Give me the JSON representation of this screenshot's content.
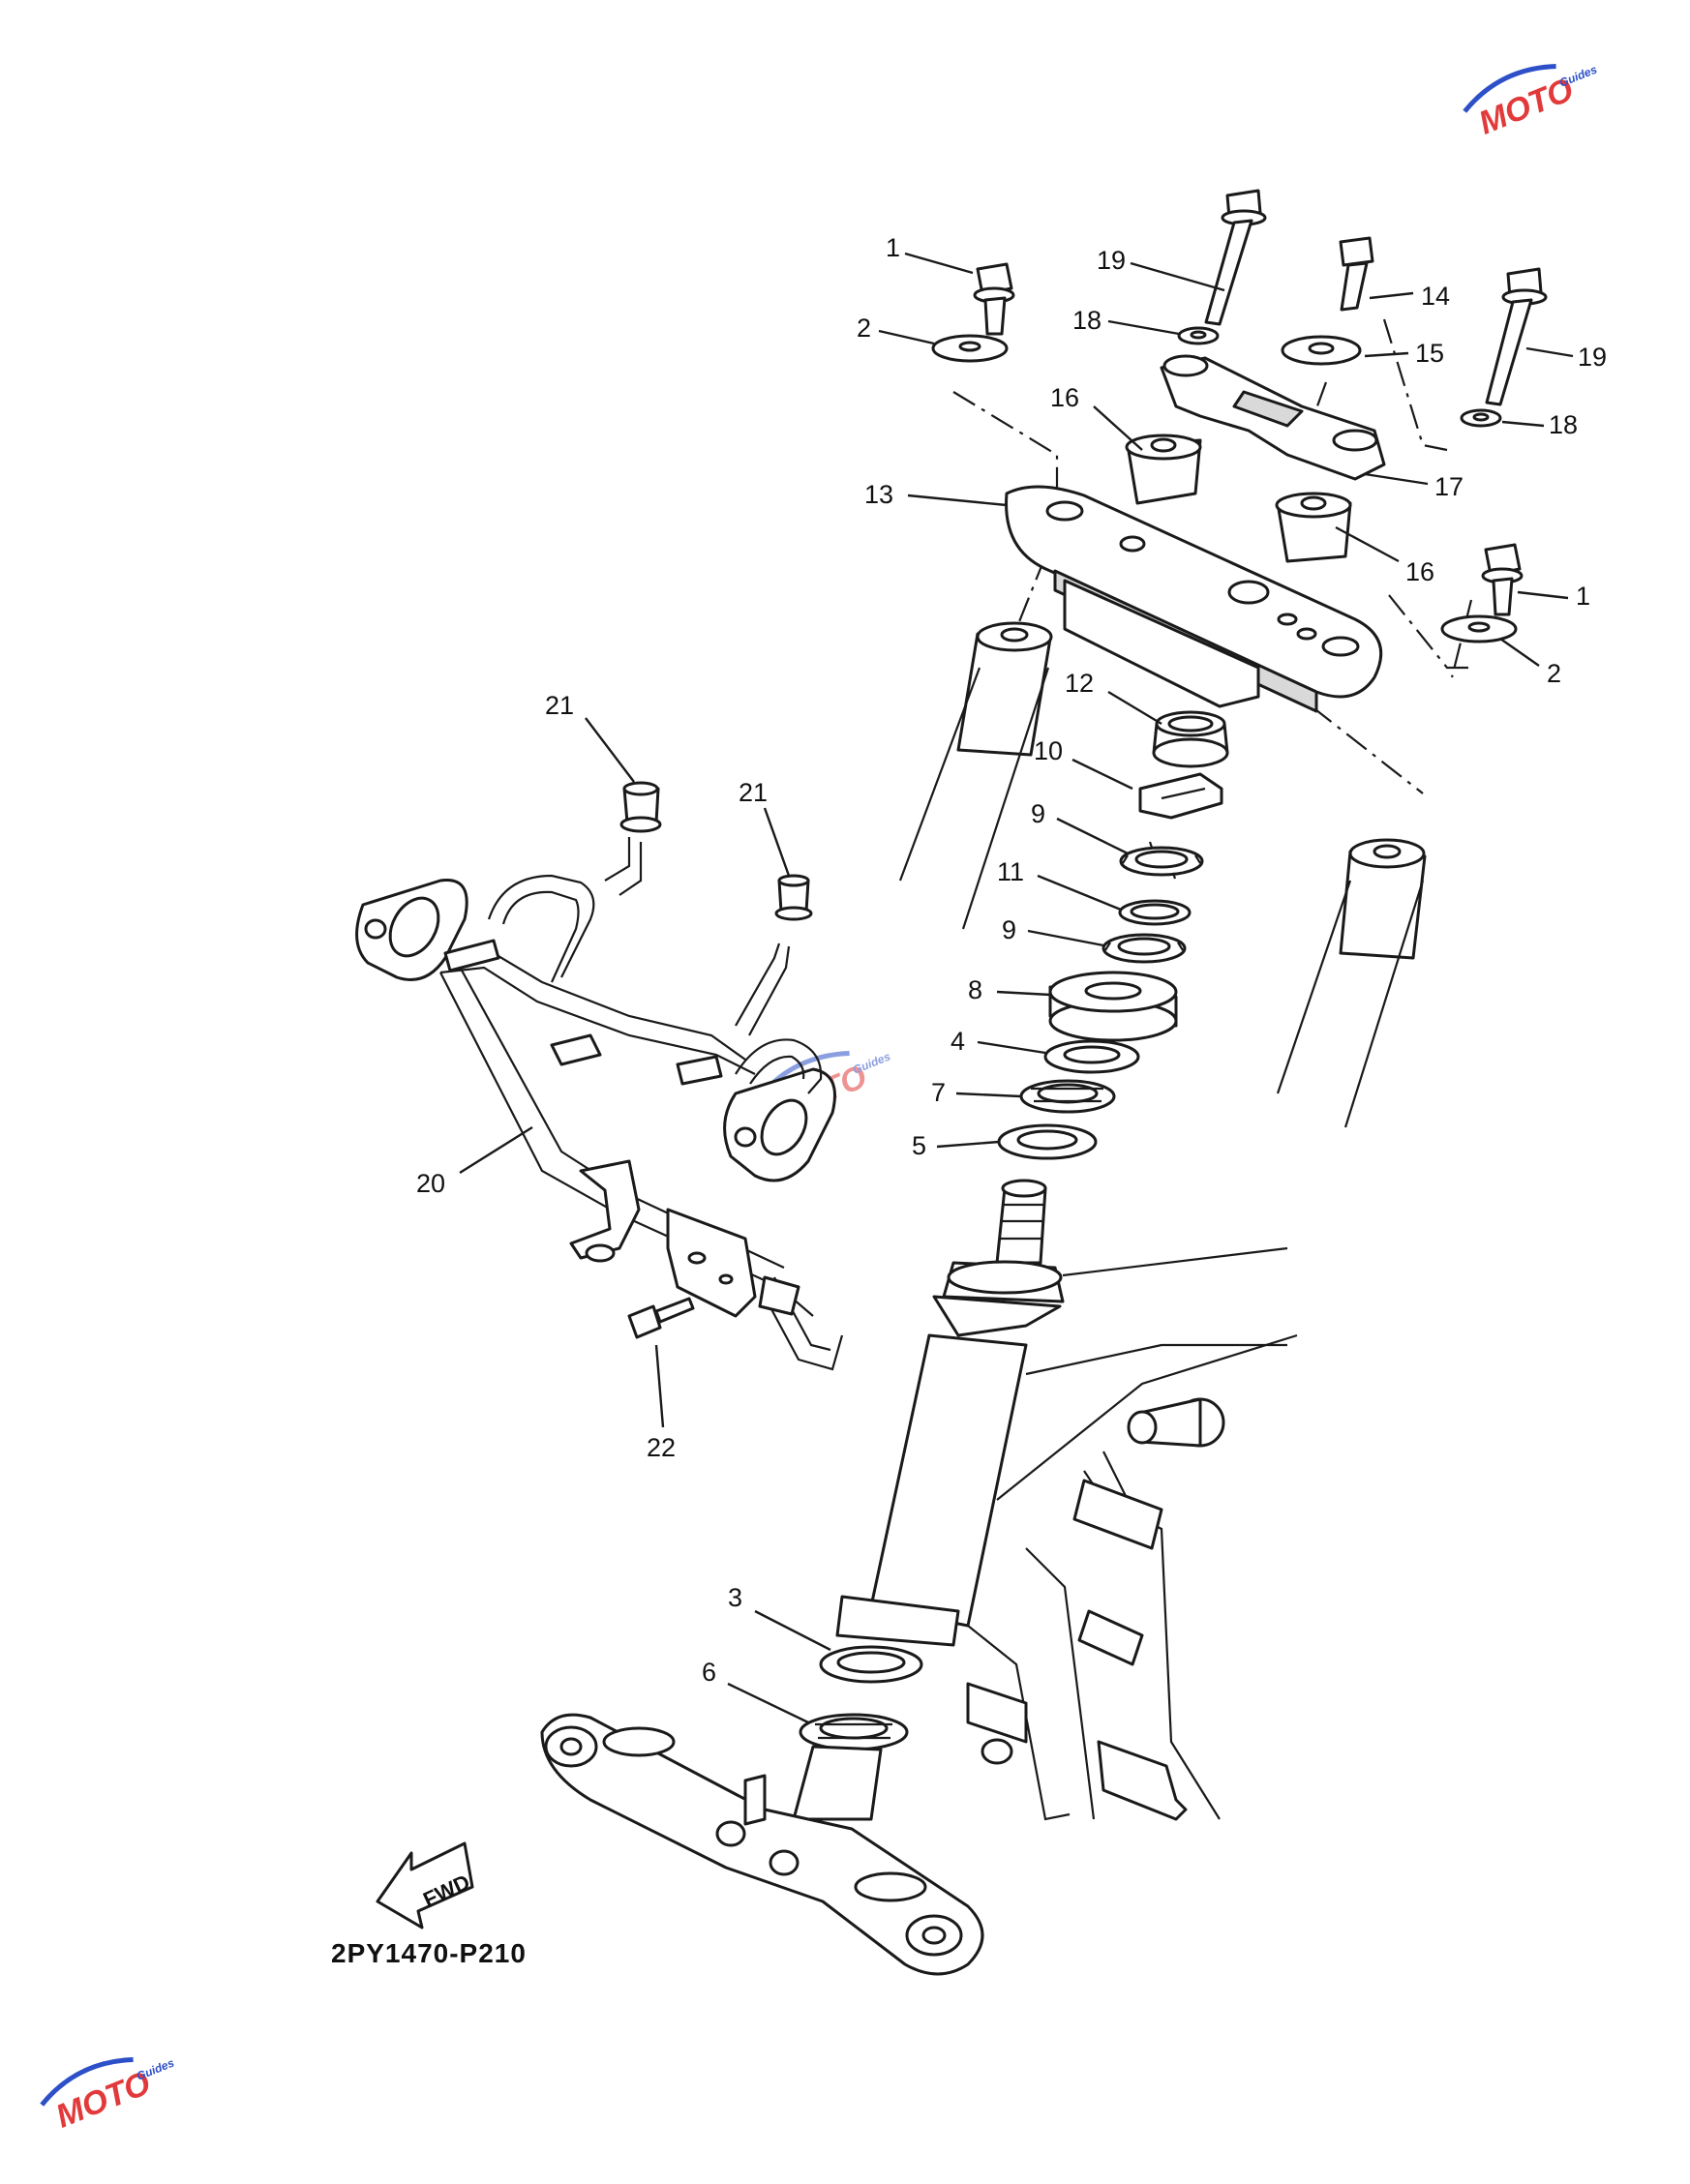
{
  "diagram": {
    "code": "2PY1470-P210",
    "fwd_label": "FWD",
    "callouts": [
      "1",
      "2",
      "1",
      "2",
      "19",
      "18",
      "14",
      "15",
      "19",
      "18",
      "16",
      "17",
      "16",
      "13",
      "12",
      "10",
      "9",
      "11",
      "9",
      "8",
      "4",
      "7",
      "5",
      "3",
      "6",
      "21",
      "21",
      "20",
      "22"
    ]
  },
  "watermark": {
    "text": "MOTO",
    "sub": "Guides",
    "colors": {
      "primary": "#e23a3a",
      "accent": "#2d4fc8"
    }
  }
}
